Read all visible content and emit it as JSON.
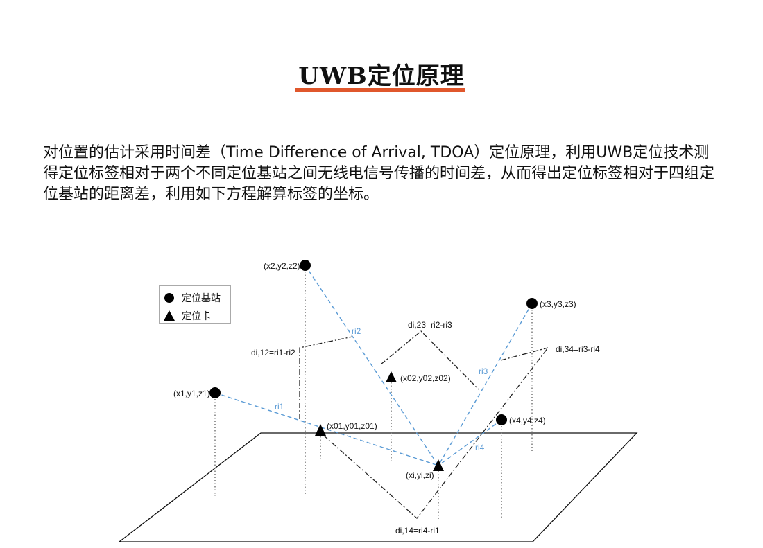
{
  "title": "UWB定位原理",
  "accent_color": "#e0572c",
  "paragraph": "对位置的估计采用时间差（Time Difference of Arrival, TDOA）定位原理，利用UWB定位技术测得定位标签相对于两个不同定位基站之间无线电信号传播的时间差，从而得出定位标签相对于四组定位基站的距离差，利用如下方程解算标签的坐标。",
  "diagram": {
    "legend": {
      "station": "定位基站",
      "tag": "定位卡"
    },
    "stations": {
      "s1": {
        "label": "(x1,y1,z1)"
      },
      "s2": {
        "label": "(x2,y2,z2)"
      },
      "s3": {
        "label": "(x3,y3,z3)"
      },
      "s4": {
        "label": "(x4,y4,z4)"
      }
    },
    "tags": {
      "ti": {
        "label": "(xi,yi,zi)"
      },
      "t01": {
        "label": "(x01,y01,z01)"
      },
      "t02": {
        "label": "(x02,y02,z02)"
      }
    },
    "ranges": {
      "ri1": "ri1",
      "ri2": "ri2",
      "ri3": "ri3",
      "ri4": "ri4"
    },
    "differences": {
      "d12": "di,12=ri1-ri2",
      "d23": "di,23=ri2-ri3",
      "d34": "di,34=ri3-ri4",
      "d14": "di,14=ri4-ri1"
    },
    "range_color": "#5b9bd5"
  }
}
